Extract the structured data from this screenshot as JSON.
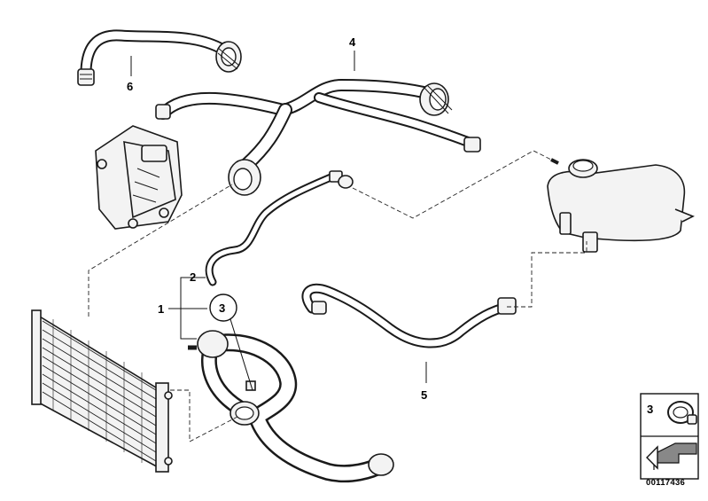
{
  "callouts": {
    "c1": "1",
    "c2": "2",
    "c3": "3",
    "c4": "4",
    "c5": "5",
    "c6": "6",
    "legend": "3"
  },
  "reference_number": "00117436"
}
